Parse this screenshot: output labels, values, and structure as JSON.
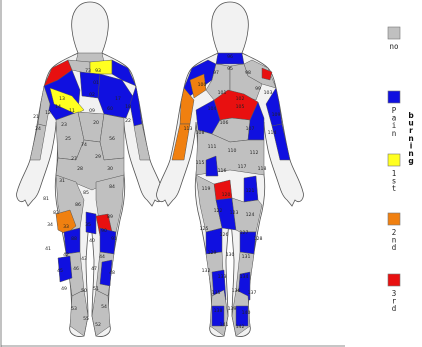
{
  "colors": {
    "none": "#c0c0c0",
    "pain": "#1010e0",
    "first_degree": "#ffff20",
    "second_degree": "#f08010",
    "third_degree": "#e81010",
    "silhouette": "#f2f2f2",
    "silhouette_stroke": "#555555"
  },
  "legend": {
    "items": [
      {
        "key": "none",
        "label": "no"
      },
      {
        "key": "pain",
        "label": "Pain"
      },
      {
        "key": "first_degree",
        "label": "1st"
      },
      {
        "key": "second_degree",
        "label": "2nd"
      },
      {
        "key": "third_degree",
        "label": "3rd"
      }
    ],
    "group_label": "burning"
  },
  "front_labels": [
    "73",
    "01",
    "93",
    "02",
    "13",
    "11",
    "14",
    "12",
    "09",
    "60",
    "17",
    "18",
    "21",
    "24",
    "22",
    "20",
    "23",
    "25",
    "74",
    "56",
    "27",
    "28",
    "29",
    "30",
    "31",
    "84",
    "85",
    "86",
    "81",
    "82",
    "34",
    "33",
    "35",
    "88",
    "89",
    "90",
    "91",
    "40",
    "41",
    "42",
    "43",
    "44",
    "45",
    "46",
    "47",
    "48",
    "49",
    "50",
    "51",
    "53",
    "54",
    "55",
    "52"
  ],
  "back_labels": [
    "96",
    "95",
    "97",
    "98",
    "99",
    "100",
    "101",
    "102",
    "103",
    "104",
    "105",
    "106",
    "107",
    "108",
    "109",
    "110",
    "111",
    "112",
    "113",
    "114",
    "115",
    "116",
    "117",
    "118",
    "119",
    "120",
    "121",
    "122",
    "123",
    "124",
    "125",
    "126",
    "127",
    "128",
    "129",
    "130",
    "131",
    "132",
    "133",
    "134",
    "135",
    "136",
    "137",
    "138",
    "139",
    "140",
    "141",
    "142"
  ]
}
